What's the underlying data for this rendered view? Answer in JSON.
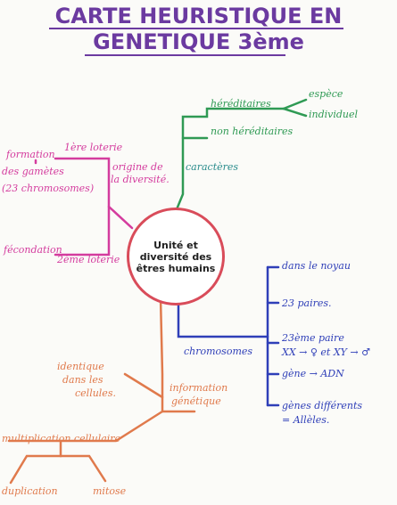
{
  "title": {
    "line1": "CARTE HEURISTIQUE EN",
    "line2": "GENETIQUE 3ème"
  },
  "center": "Unité et diversité des êtres humains",
  "branches": {
    "caracteres": {
      "label": "caractères",
      "hereditaires": "héréditaires",
      "espece": "espèce",
      "individuel": "individuel",
      "non_hereditaires": "non héréditaires"
    },
    "origine": {
      "label_line1": "origine de",
      "label_line2": "la diversité.",
      "formation_line1": "formation",
      "formation_line2": "des gamètes",
      "formation_line3": "(23 chromosomes)",
      "loterie1": "1ère loterie",
      "fecondation": "fécondation",
      "loterie2": "2ème loterie"
    },
    "chromosomes": {
      "label": "chromosomes",
      "noyau": "dans le noyau",
      "paires": "23 paires.",
      "paire23_line1": "23ème paire",
      "paire23_line2": "XX → ♀  et  XY → ♂",
      "gene": "gène → ADN",
      "alleles_line1": "gènes différents",
      "alleles_line2": "= Allèles."
    },
    "information": {
      "label_line1": "information",
      "label_line2": "génétique",
      "identique_line1": "identique",
      "identique_line2": "dans les",
      "identique_line3": "cellules.",
      "multiplication": "multiplication cellulaire",
      "duplication": "duplication",
      "mitose": "mitose"
    }
  },
  "colors": {
    "title": "#6b3aa0",
    "center_border": "#d94c5a",
    "green": "#2f9a54",
    "pink": "#d43c9e",
    "blue": "#2f3fb8",
    "orange": "#e07a4c"
  }
}
